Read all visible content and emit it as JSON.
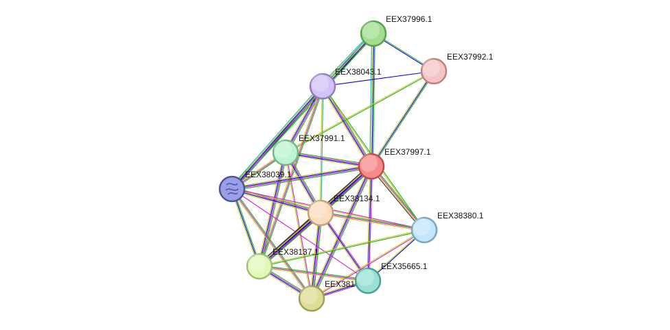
{
  "nodes": [
    {
      "id": "EEX37996.1",
      "label": "EEX37996.1",
      "color": "#9fdf8f",
      "stroke": "#5a9e50"
    },
    {
      "id": "EEX37992.1",
      "label": "EEX37992.1",
      "color": "#f6c4c4",
      "stroke": "#c08080"
    },
    {
      "id": "EEX38043.1",
      "label": "EEX38043.1",
      "color": "#d2c2f8",
      "stroke": "#8f7fc0"
    },
    {
      "id": "EEX37991.1",
      "label": "EEX37991.1",
      "color": "#bdf5d0",
      "stroke": "#79b38d"
    },
    {
      "id": "EEX37997.1",
      "label": "EEX37997.1",
      "color": "#f68a8a",
      "stroke": "#c04a4a"
    },
    {
      "id": "EEX38039.1",
      "label": "EEX38039.1",
      "color": "#9aa0e6",
      "stroke": "#4a5298"
    },
    {
      "id": "EEX38134.1",
      "label": "EEX38134.1",
      "color": "#fddcbc",
      "stroke": "#c4a07c"
    },
    {
      "id": "EEX38380.1",
      "label": "EEX38380.1",
      "color": "#c2e6fa",
      "stroke": "#7aa6c0"
    },
    {
      "id": "EEX38137.1",
      "label": "EEX38137.1",
      "color": "#e0f8b8",
      "stroke": "#9fbf78"
    },
    {
      "id": "EEX35665.1",
      "label": "EEX35665.1",
      "color": "#98e0d4",
      "stroke": "#4a9f92"
    },
    {
      "id": "EEX381",
      "label": "EEX381",
      "color": "#dedd96",
      "stroke": "#9f9e56"
    }
  ],
  "edges": [
    [
      "EEX37996.1",
      "EEX38043.1",
      [
        "#20b020",
        "#d020d0",
        "#0000e0",
        "#c8c820",
        "#20b0b0"
      ]
    ],
    [
      "EEX37996.1",
      "EEX37992.1",
      [
        "#20b020",
        "#0000e0"
      ]
    ],
    [
      "EEX37996.1",
      "EEX37997.1",
      [
        "#20b020",
        "#0000e0",
        "#c8c820",
        "#20b0b0"
      ]
    ],
    [
      "EEX37996.1",
      "EEX38039.1",
      [
        "#20b020",
        "#0000e0",
        "#c8c820",
        "#20b0b0"
      ]
    ],
    [
      "EEX38043.1",
      "EEX37992.1",
      [
        "#0000e0"
      ]
    ],
    [
      "EEX37992.1",
      "EEX37997.1",
      [
        "#20b020",
        "#0000e0",
        "#c8c820"
      ]
    ],
    [
      "EEX37992.1",
      "EEX37991.1",
      [
        "#20b020",
        "#c8c820"
      ]
    ],
    [
      "EEX38043.1",
      "EEX37997.1",
      [
        "#20b020",
        "#d020d0",
        "#0000e0",
        "#c8c820"
      ]
    ],
    [
      "EEX38043.1",
      "EEX37991.1",
      [
        "#20b020",
        "#d020d0",
        "#0000e0",
        "#c8c820"
      ]
    ],
    [
      "EEX38043.1",
      "EEX38039.1",
      [
        "#20b020",
        "#d020d0",
        "#0000e0",
        "#c8c820",
        "#20b0b0"
      ]
    ],
    [
      "EEX38043.1",
      "EEX38134.1",
      [
        "#20b0b0",
        "#c8c820"
      ]
    ],
    [
      "EEX38043.1",
      "EEX38380.1",
      [
        "#20b020",
        "#c8c820"
      ]
    ],
    [
      "EEX38043.1",
      "EEX38137.1",
      [
        "#20b020",
        "#d020d0",
        "#c8c820"
      ]
    ],
    [
      "EEX37991.1",
      "EEX37997.1",
      [
        "#20b020",
        "#d020d0",
        "#0000e0",
        "#c8c820"
      ]
    ],
    [
      "EEX37991.1",
      "EEX38039.1",
      [
        "#20b020",
        "#d020d0",
        "#c8c820"
      ]
    ],
    [
      "EEX37991.1",
      "EEX38134.1",
      [
        "#20b020",
        "#d020d0",
        "#0000e0",
        "#c8c820"
      ]
    ],
    [
      "EEX37991.1",
      "EEX38137.1",
      [
        "#20b020",
        "#d020d0",
        "#0000e0",
        "#c8c820"
      ]
    ],
    [
      "EEX37991.1",
      "EEX381",
      [
        "#d020d0",
        "#c8c820"
      ]
    ],
    [
      "EEX37997.1",
      "EEX38039.1",
      [
        "#20b020",
        "#d020d0",
        "#0000e0",
        "#c8c820"
      ]
    ],
    [
      "EEX37997.1",
      "EEX38134.1",
      [
        "#20b020",
        "#d020d0",
        "#0000e0",
        "#c8c820",
        "#333333"
      ]
    ],
    [
      "EEX37997.1",
      "EEX38380.1",
      [
        "#20b020",
        "#d020d0",
        "#c8c820",
        "#333333"
      ]
    ],
    [
      "EEX37997.1",
      "EEX38137.1",
      [
        "#20b020",
        "#d020d0",
        "#0000e0",
        "#c8c820",
        "#333333"
      ]
    ],
    [
      "EEX37997.1",
      "EEX35665.1",
      [
        "#d020d0",
        "#0000e0",
        "#c8c820"
      ]
    ],
    [
      "EEX37997.1",
      "EEX381",
      [
        "#20b020",
        "#d020d0",
        "#0000e0",
        "#c8c820"
      ]
    ],
    [
      "EEX38039.1",
      "EEX38134.1",
      [
        "#20b020",
        "#d020d0",
        "#0000e0",
        "#c8c820"
      ]
    ],
    [
      "EEX38039.1",
      "EEX38137.1",
      [
        "#20b020",
        "#0000e0",
        "#c8c820"
      ]
    ],
    [
      "EEX38039.1",
      "EEX381",
      [
        "#20b020",
        "#d020d0",
        "#c8c820"
      ]
    ],
    [
      "EEX38039.1",
      "EEX35665.1",
      [
        "#d020d0"
      ]
    ],
    [
      "EEX38039.1",
      "EEX38380.1",
      [
        "#d020d0",
        "#c8c820"
      ]
    ],
    [
      "EEX38134.1",
      "EEX38380.1",
      [
        "#20b020",
        "#d020d0",
        "#c8c820"
      ]
    ],
    [
      "EEX38134.1",
      "EEX38137.1",
      [
        "#20b020",
        "#d020d0",
        "#0000e0",
        "#c8c820",
        "#333333"
      ]
    ],
    [
      "EEX38134.1",
      "EEX35665.1",
      [
        "#d020d0",
        "#0000e0",
        "#c8c820"
      ]
    ],
    [
      "EEX38134.1",
      "EEX381",
      [
        "#20b020",
        "#d020d0",
        "#0000e0",
        "#c8c820"
      ]
    ],
    [
      "EEX38380.1",
      "EEX38137.1",
      [
        "#20b020",
        "#c8c820"
      ]
    ],
    [
      "EEX38380.1",
      "EEX35665.1",
      [
        "#0000e0",
        "#c8c820"
      ]
    ],
    [
      "EEX38380.1",
      "EEX381",
      [
        "#d020d0",
        "#c8c820"
      ]
    ],
    [
      "EEX38137.1",
      "EEX35665.1",
      [
        "#20b020",
        "#d020d0",
        "#c8c820"
      ]
    ],
    [
      "EEX38137.1",
      "EEX381",
      [
        "#20b020",
        "#d020d0",
        "#0000e0",
        "#c8c820"
      ]
    ],
    [
      "EEX35665.1",
      "EEX381",
      [
        "#d020d0",
        "#0000e0",
        "#c8c820"
      ]
    ]
  ]
}
